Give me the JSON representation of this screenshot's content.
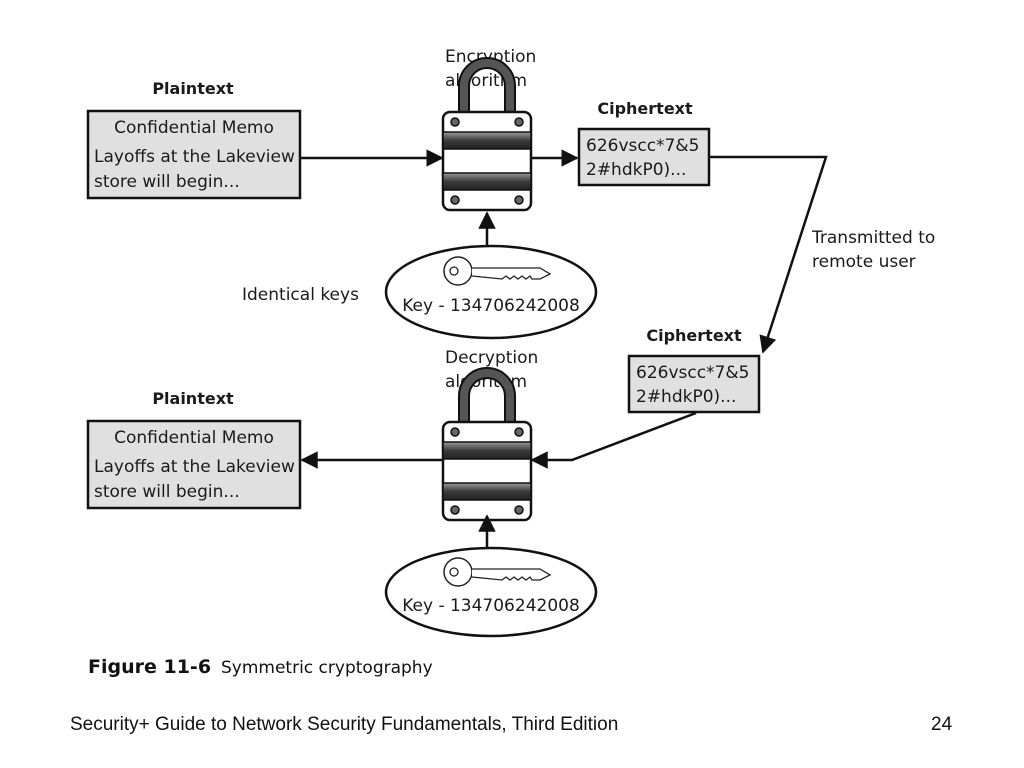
{
  "encryption": {
    "algorithm_label_line1": "Encryption",
    "algorithm_label_line2": "algorithm",
    "plaintext_heading": "Plaintext",
    "memo_title": "Confidential Memo",
    "memo_line1": "Layoffs at the Lakeview",
    "memo_line2": "store will begin...",
    "ciphertext_heading": "Ciphertext",
    "cipher_line1": "626vscc*7&5",
    "cipher_line2": "2#hdkP0)...",
    "key_label": "Key - 134706242008"
  },
  "transmission": {
    "label_line1": "Transmitted to",
    "label_line2": "remote user"
  },
  "identical_keys_label": "Identical keys",
  "decryption": {
    "algorithm_label_line1": "Decryption",
    "algorithm_label_line2": "algorithm",
    "ciphertext_heading": "Ciphertext",
    "cipher_line1": "626vscc*7&5",
    "cipher_line2": "2#hdkP0)...",
    "plaintext_heading": "Plaintext",
    "memo_title": "Confidential Memo",
    "memo_line1": "Layoffs at the Lakeview",
    "memo_line2": "store will begin...",
    "key_label": "Key - 134706242008"
  },
  "figure": {
    "number": "Figure 11-6",
    "caption": "Symmetric cryptography"
  },
  "footer": {
    "title": "Security+ Guide to Network Security Fundamentals, Third Edition",
    "page": "24"
  }
}
